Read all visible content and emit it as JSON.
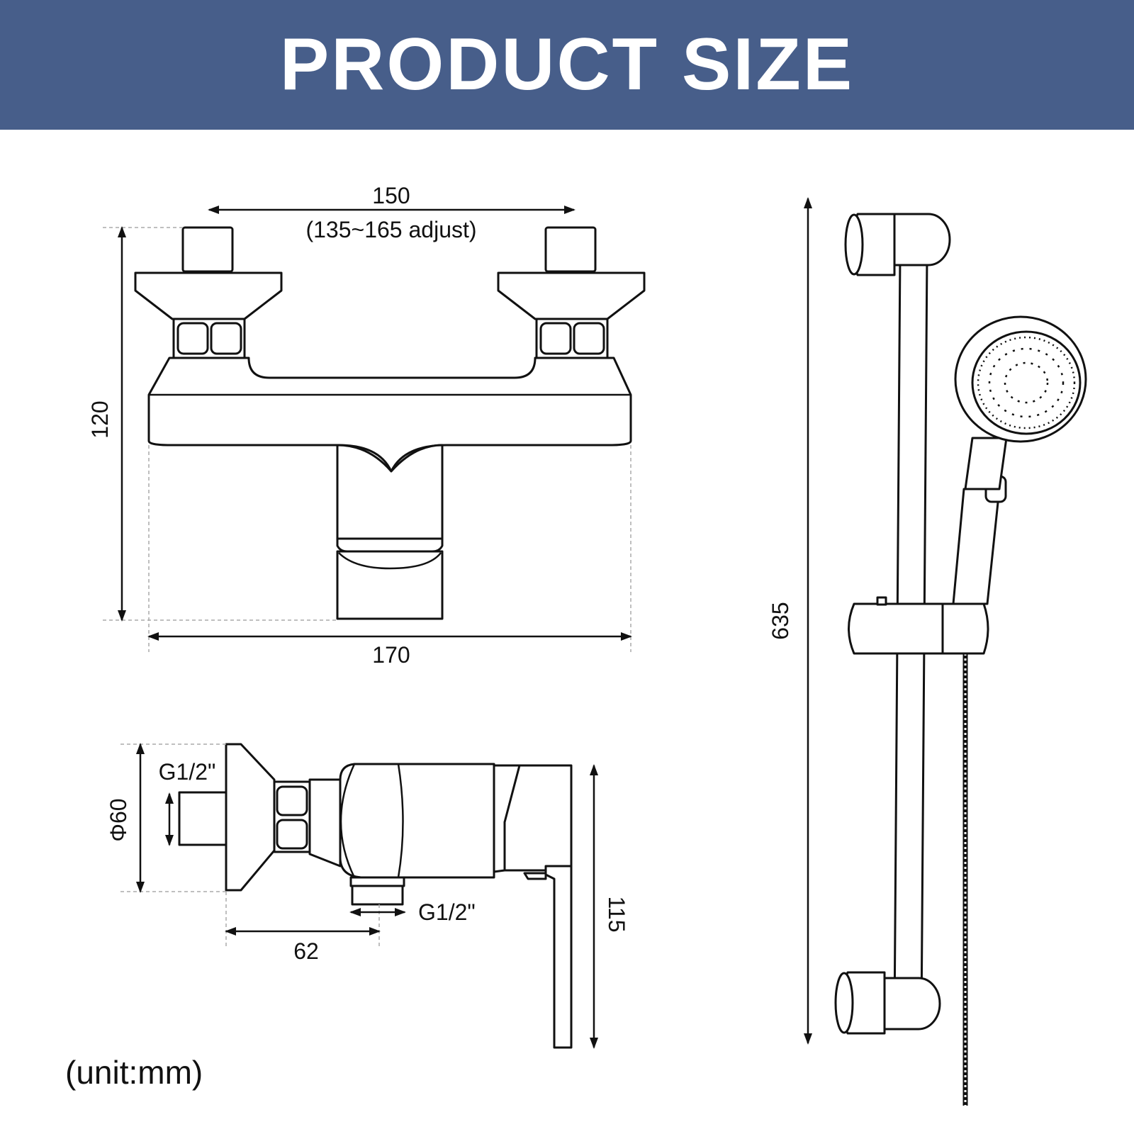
{
  "header": {
    "title": "PRODUCT SIZE"
  },
  "front_view": {
    "inlet_spacing": "150",
    "inlet_spacing_note": "(135~165 adjust)",
    "height": "120",
    "width": "170"
  },
  "side_view": {
    "inlet_thread": "G1/2\"",
    "diameter": "Φ60",
    "outlet_thread": "G1/2\"",
    "depth": "62",
    "lever_height": "115"
  },
  "shower_rail": {
    "length": "635"
  },
  "footer": {
    "unit_note": "(unit:mm)"
  },
  "colors": {
    "banner": "#475e8a",
    "line": "#111111"
  }
}
